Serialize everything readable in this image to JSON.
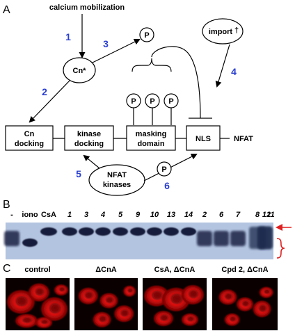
{
  "panels": {
    "a": "A",
    "b": "B",
    "c": "C"
  },
  "diagram": {
    "trigger": "calcium mobilization",
    "calcineurin": "Cn*",
    "phosphate": "P",
    "import": "import",
    "import_dagger": "†",
    "domains": {
      "cn_docking": [
        "Cn",
        "docking"
      ],
      "kinase_docking": [
        "kinase",
        "docking"
      ],
      "masking_domain": [
        "masking",
        "domain"
      ],
      "nls": "NLS"
    },
    "protein": "NFAT",
    "kinases": [
      "NFAT",
      "kinases"
    ],
    "steps": [
      "1",
      "2",
      "3",
      "4",
      "5",
      "6"
    ]
  },
  "blot": {
    "lanes": [
      "-",
      "iono",
      "CsA",
      "1",
      "3",
      "4",
      "5",
      "9",
      "10",
      "13",
      "14",
      "2",
      "6",
      "7",
      "8",
      "11",
      "12"
    ],
    "band_positions": [
      "mid",
      "low",
      "high",
      "high",
      "high",
      "high",
      "high",
      "high",
      "high",
      "high",
      "high",
      "mid",
      "mid",
      "mid",
      "smear",
      "smear",
      "smear"
    ],
    "arrow_color": "#e02020",
    "brace_color": "#e02020",
    "background_color": "#b3c4e0"
  },
  "micrographs": [
    {
      "label": "control",
      "cells": "cytoplasmic"
    },
    {
      "label": "ΔCnA",
      "cells": "cytoplasmic"
    },
    {
      "label": "CsA, ΔCnA",
      "cells": "cytoplasmic"
    },
    {
      "label": "Cpd 2, ΔCnA",
      "cells": "cytoplasmic"
    }
  ]
}
